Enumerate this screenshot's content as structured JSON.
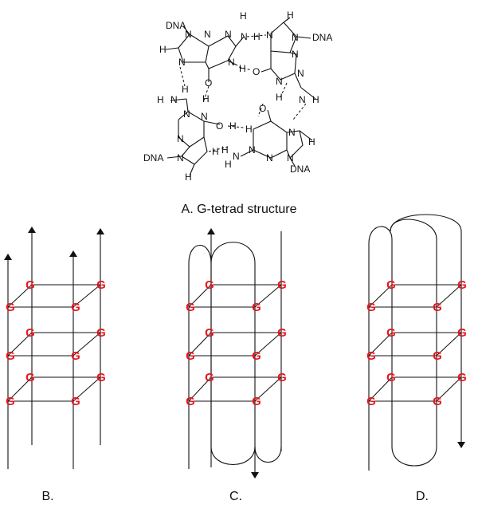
{
  "colors": {
    "line": "#111111",
    "guanine": "#e8141c",
    "background": "#ffffff"
  },
  "panel_a": {
    "caption": "A. G-tetrad structure",
    "atoms": {
      "dna": "DNA",
      "n": "N",
      "h": "H",
      "o": "O"
    }
  },
  "panel_b": {
    "caption": "B."
  },
  "panel_c": {
    "caption": "C."
  },
  "panel_d": {
    "caption": "D."
  },
  "guanine_label": "G"
}
